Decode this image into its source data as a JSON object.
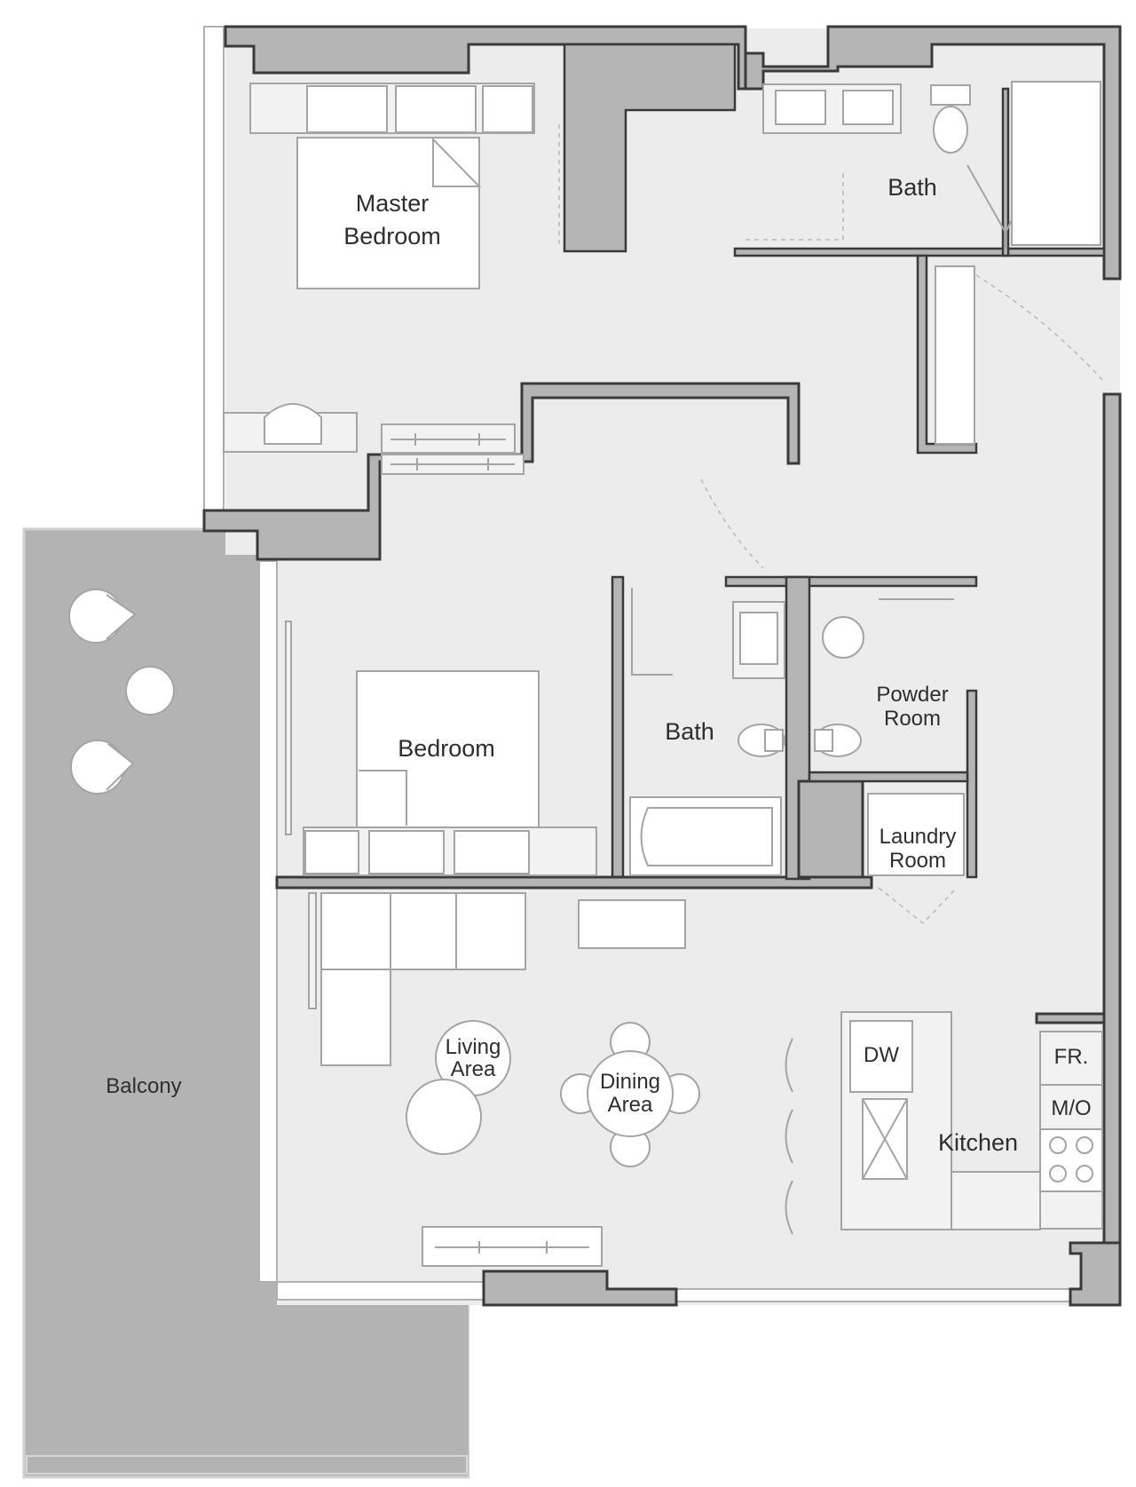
{
  "rooms": {
    "master_bedroom": [
      "Master",
      "Bedroom"
    ],
    "bath_upper": "Bath",
    "bedroom": "Bedroom",
    "bath_middle": "Bath",
    "powder_room": [
      "Powder",
      "Room"
    ],
    "laundry_room": [
      "Laundry",
      "Room"
    ],
    "living_area": [
      "Living",
      "Area"
    ],
    "dining_area": [
      "Dining",
      "Area"
    ],
    "kitchen": "Kitchen",
    "balcony": "Balcony"
  },
  "appliances": {
    "dishwasher": "DW",
    "fridge": "FR.",
    "microwave": "M/O"
  },
  "colors": {
    "floor": "#ececec",
    "wall": "#b5b5b5",
    "wall_outline": "#3a3a3a",
    "balcony": "#b3b3b3",
    "fixture_line": "#a4a4a4",
    "label": "#2e2e2e"
  }
}
